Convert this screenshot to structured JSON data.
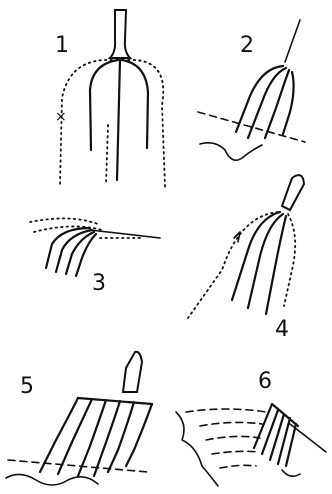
{
  "figure": {
    "panels": [
      {
        "number": "1"
      },
      {
        "number": "2"
      },
      {
        "number": "3"
      },
      {
        "number": "4"
      },
      {
        "number": "5"
      },
      {
        "number": "6"
      }
    ],
    "marker": "×"
  }
}
